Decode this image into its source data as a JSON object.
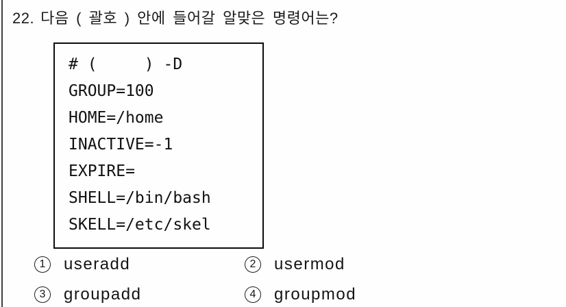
{
  "page": {
    "background_color": "#fefefe",
    "divider_color": "#3e3e3e",
    "text_color": "#151515"
  },
  "question": {
    "number": "22.",
    "text": "다음 ( 괄호 ) 안에 들어갈 알맞은 명령어는?"
  },
  "code_box": {
    "lines": [
      "# (     ) -D",
      "GROUP=100",
      "HOME=/home",
      "INACTIVE=-1",
      "EXPIRE=",
      "SHELL=/bin/bash",
      "SKELL=/etc/skel"
    ]
  },
  "options": [
    {
      "number": "1",
      "label": "useradd"
    },
    {
      "number": "2",
      "label": "usermod"
    },
    {
      "number": "3",
      "label": "groupadd"
    },
    {
      "number": "4",
      "label": "groupmod"
    }
  ]
}
